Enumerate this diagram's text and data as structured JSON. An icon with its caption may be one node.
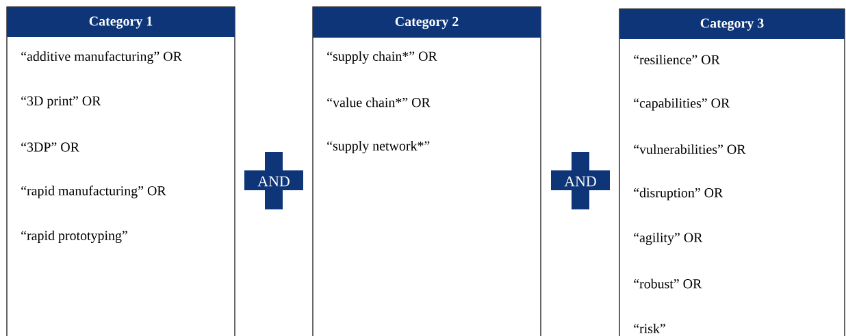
{
  "diagram": {
    "nodes": [
      {
        "text": [
          "Category 1",
          "“additive manufacturing” OR",
          "“3D print” OR",
          "“3DP” OR",
          "“rapid manufacturing” OR",
          "“rapid prototyping”"
        ]
      },
      {
        "text": [
          "AND"
        ]
      },
      {
        "text": [
          "Category 2",
          "“supply chain*” OR",
          "“value chain*” OR",
          "“supply network*”"
        ]
      },
      {
        "text": [
          "AND"
        ]
      },
      {
        "text": [
          "Category 3",
          "“resilience” OR",
          "“capabilities” OR",
          "“vulnerabilities” OR",
          "“disruption” OR",
          "“agility” OR",
          "“robust” OR",
          "“risk”"
        ]
      }
    ]
  }
}
